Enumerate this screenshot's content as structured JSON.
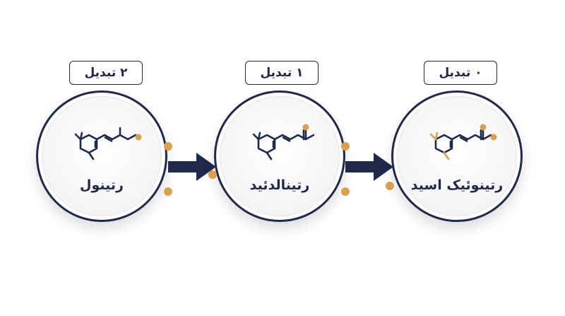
{
  "colors": {
    "navy": "#1f2a4a",
    "gold": "#d9a04f",
    "background": "#ffffff"
  },
  "steps": [
    {
      "label": "۲ تبدیل",
      "name": "رتینول",
      "molecule": "retinol-structure"
    },
    {
      "label": "۱ تبدیل",
      "name": "رتینالدئید",
      "molecule": "retinaldehyde-structure"
    },
    {
      "label": "۰ تبدیل",
      "name": "رتینوئیک اسید",
      "molecule": "retinoic-acid-structure"
    }
  ],
  "connectors": [
    "arrow-right",
    "arrow-right"
  ]
}
